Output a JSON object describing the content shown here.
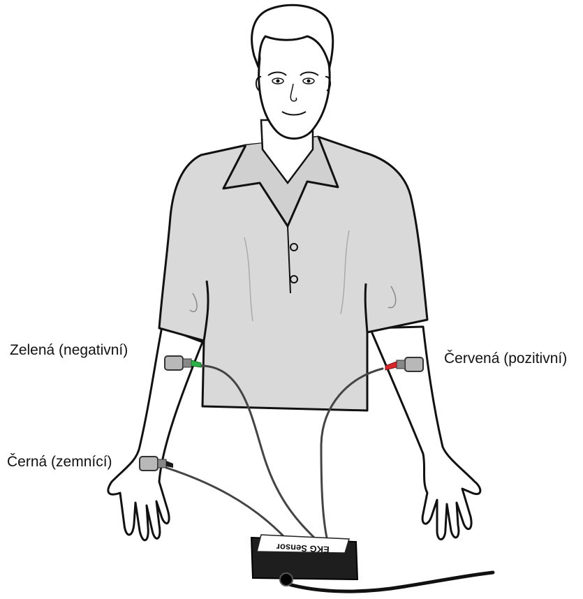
{
  "labels": {
    "green_electrode": "Zelená (negativní)",
    "red_electrode": "Červená (pozitivní)",
    "black_electrode": "Černá (zemnící)"
  },
  "sensor": {
    "label": "EKG Sensor"
  },
  "colors": {
    "green_lead": "#2db24a",
    "red_lead": "#d8262b",
    "black_lead": "#1a1a1a",
    "shirt": "#d9d9d9",
    "skin": "#ffffff",
    "outline": "#111111",
    "sensor_box": "#1e1e1e",
    "electrode": "#b8b8b8"
  }
}
